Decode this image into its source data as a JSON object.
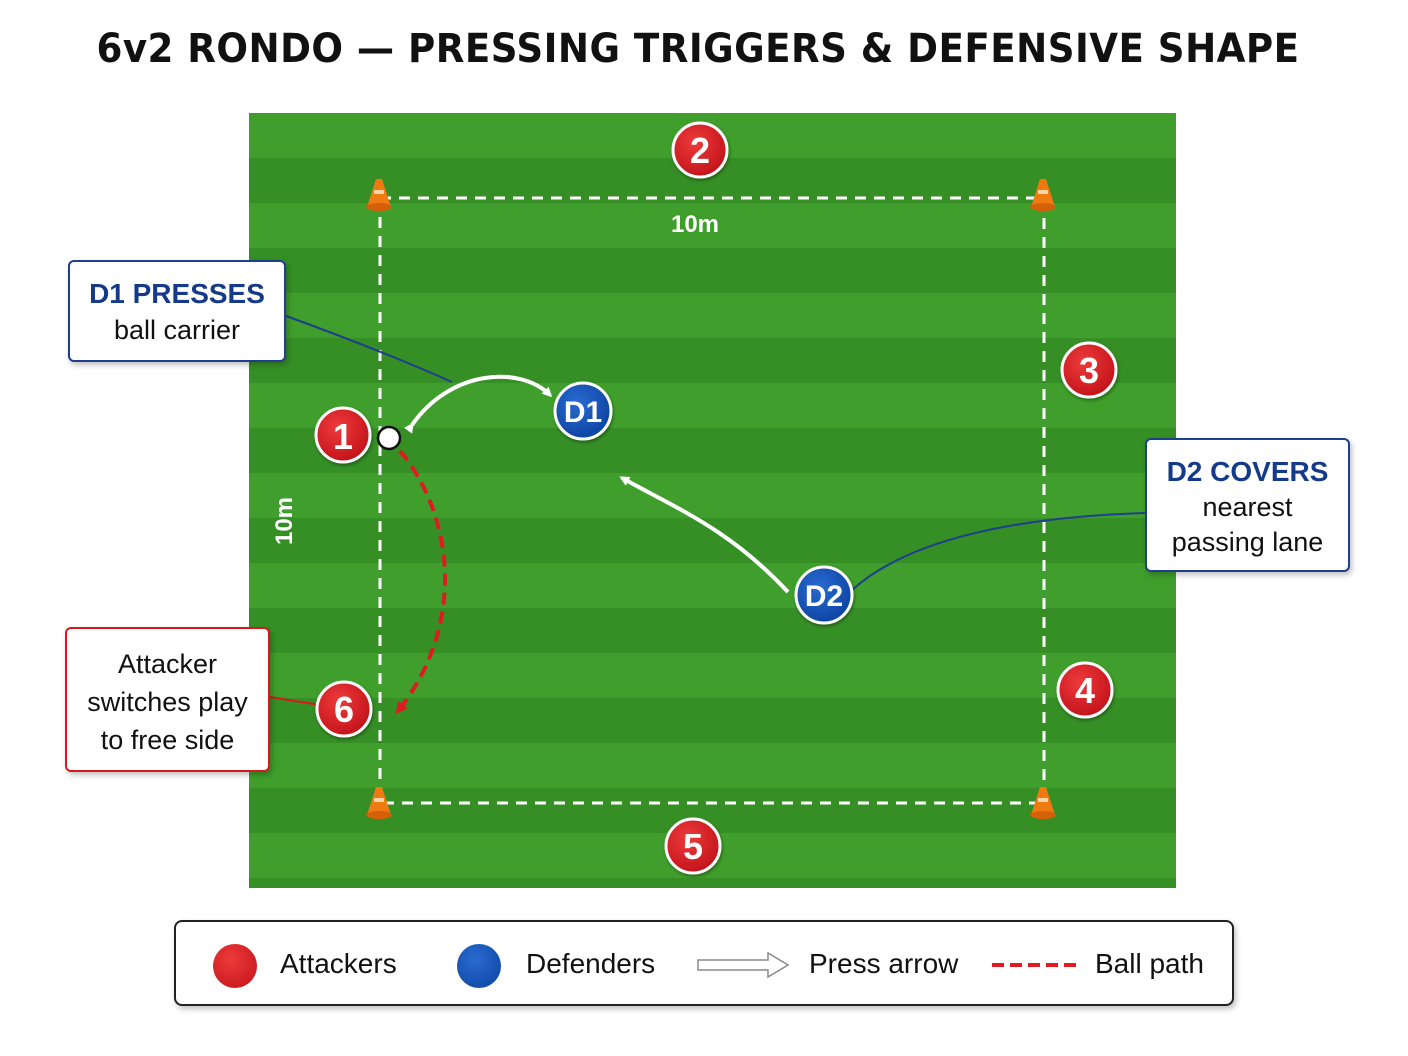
{
  "title": "6v2 RONDO — PRESSING TRIGGERS & DEFENSIVE SHAPE",
  "colors": {
    "pitch_light": "#3f9e2c",
    "pitch_dark": "#348d24",
    "attacker": "#d7181e",
    "defender": "#0f4fb5",
    "cone": "#f07a12",
    "callout_blue": "#1f3f8c",
    "callout_red": "#d7181e"
  },
  "grid": {
    "top_label": "10m",
    "side_label": "10m"
  },
  "attackers": [
    {
      "id": "attacker-1",
      "label": "1"
    },
    {
      "id": "attacker-2",
      "label": "2"
    },
    {
      "id": "attacker-3",
      "label": "3"
    },
    {
      "id": "attacker-4",
      "label": "4"
    },
    {
      "id": "attacker-5",
      "label": "5"
    },
    {
      "id": "attacker-6",
      "label": "6"
    }
  ],
  "defenders": [
    {
      "id": "defender-d1",
      "label": "D1"
    },
    {
      "id": "defender-d2",
      "label": "D2"
    }
  ],
  "callouts": {
    "d1": {
      "head": "D1 PRESSES",
      "body": "ball carrier"
    },
    "d2": {
      "head": "D2 COVERS",
      "body_line1": "nearest",
      "body_line2": "passing lane"
    },
    "six": {
      "line1": "Attacker",
      "line2": "switches play",
      "line3": "to free side"
    }
  },
  "legend": {
    "attackers": "Attackers",
    "defenders": "Defenders",
    "press_arrow": "Press arrow",
    "ball_path": "Ball path"
  }
}
